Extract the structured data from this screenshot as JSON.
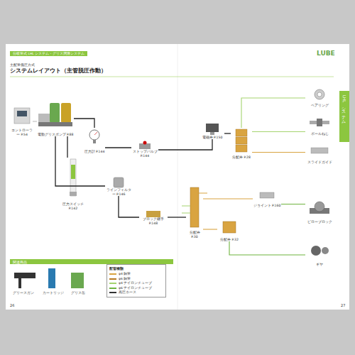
{
  "diagram": {
    "title": "システムレイアウト（主管脱圧作動）",
    "nodes": [
      {
        "text": [
          "コントローラー P.54"
        ]
      },
      {
        "text": [
          "電動グリスポンプ P.88"
        ]
      },
      {
        "text": [
          "圧力計 P.144"
        ]
      },
      {
        "text": [
          "ストップバルブ P.144"
        ]
      },
      {
        "text": [
          "圧力スイッチ P.142"
        ]
      },
      {
        "text": [
          "ラインフィルター P.146"
        ]
      },
      {
        "text": [
          "ブロック継手 P.148"
        ]
      },
      {
        "text": [
          "電磁弁 P.150"
        ]
      },
      {
        "text": [
          "分配弁 P.28"
        ]
      },
      {
        "text": [
          "ベアリング"
        ]
      },
      {
        "text": [
          "ボールねじ"
        ]
      },
      {
        "text": [
          "スライドガイド"
        ]
      },
      {
        "text": [
          "分配弁 P.30"
        ]
      },
      {
        "text": [
          "ジョイント P.160"
        ]
      },
      {
        "text": [
          "分配弁 P.32"
        ]
      },
      {
        "text": [
          "ピローブロック"
        ]
      },
      {
        "text": [
          "ギヤ"
        ]
      }
    ],
    "edges": [
      {
        "from": 0,
        "to": 1,
        "arrow": "none"
      },
      {
        "from": 1,
        "to": 2,
        "arrow": "none"
      },
      {
        "from": 2,
        "to": 3,
        "arrow": "none"
      },
      {
        "from": 1,
        "to": 4,
        "arrow": "none"
      },
      {
        "from": 3,
        "to": 7,
        "arrow": "none"
      },
      {
        "from": 7,
        "to": 8,
        "arrow": "none"
      },
      {
        "from": 8,
        "to": 9,
        "arrow": "none"
      },
      {
        "from": 8,
        "to": 10,
        "arrow": "none"
      },
      {
        "from": 8,
        "to": 11,
        "arrow": "none"
      },
      {
        "from": 1,
        "to": 5,
        "arrow": "none"
      },
      {
        "from": 5,
        "to": 6,
        "arrow": "none"
      },
      {
        "from": 6,
        "to": 12,
        "arrow": "none"
      },
      {
        "from": 12,
        "to": 13,
        "arrow": "none"
      },
      {
        "from": 12,
        "to": 14,
        "arrow": "none"
      },
      {
        "from": 13,
        "to": 15,
        "arrow": "none"
      },
      {
        "from": 14,
        "to": 16,
        "arrow": "none"
      }
    ],
    "labels": [
      "分岐管式 LHL システム・グリス潤滑システム",
      "主配管低圧方式",
      "LUBE",
      "LHL システム",
      "関連商品",
      "配管種類",
      "グリースガン",
      "カートリッジ",
      "グリス缶",
      "26",
      "27"
    ],
    "legend": [
      {
        "text": "φ4 銅管",
        "color": "#d9a441"
      },
      {
        "text": "φ6 銅管",
        "color": "#b87a22"
      },
      {
        "text": "φ4 ナイロンチューブ",
        "color": "#a5d36f"
      },
      {
        "text": "φ6 ナイロンチューブ",
        "color": "#6fb43f"
      },
      {
        "text": "高圧ホース",
        "color": "#333333"
      }
    ]
  }
}
